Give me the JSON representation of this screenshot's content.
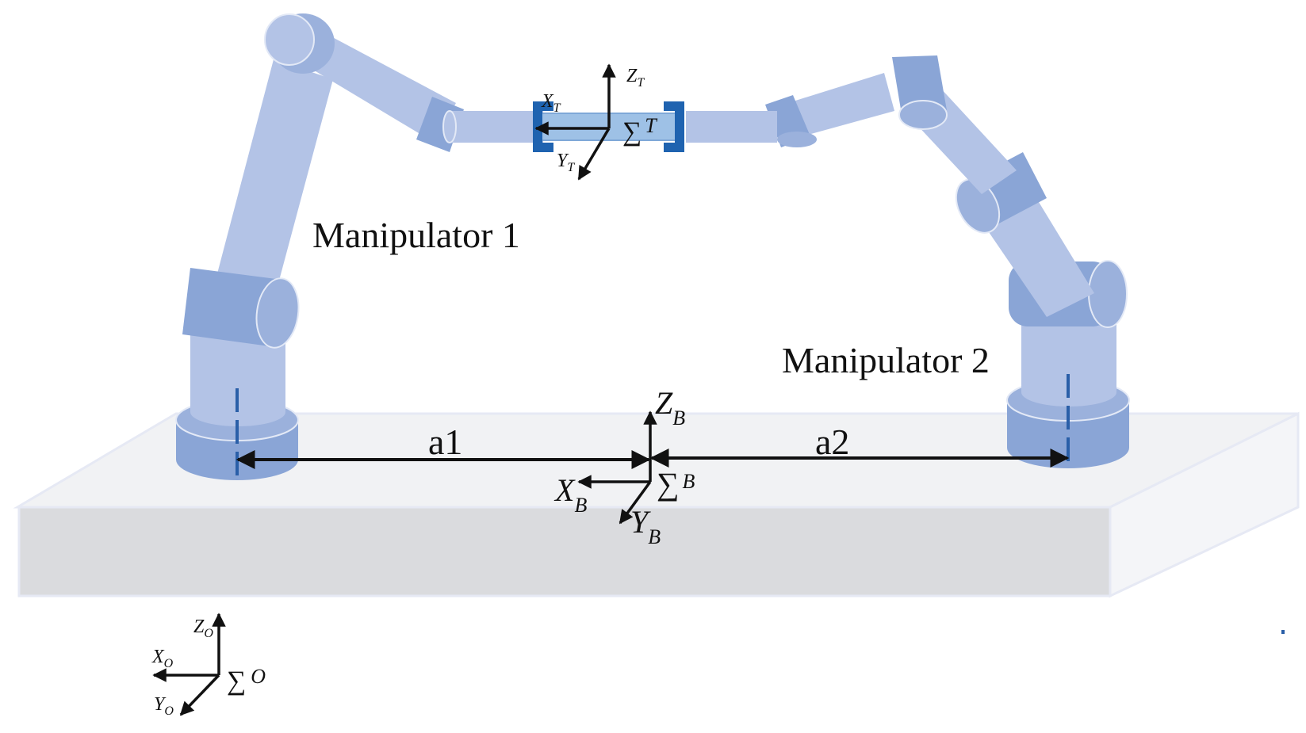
{
  "labels": {
    "manipulator1": "Manipulator 1",
    "manipulator2": "Manipulator 2",
    "a1": "a1",
    "a2": "a2"
  },
  "frames": {
    "base": {
      "sigma": "∑",
      "name": "B",
      "x": "X",
      "x_sub": "B",
      "y": "Y",
      "y_sub": "B",
      "z": "Z",
      "z_sub": "B"
    },
    "tool": {
      "sigma": "∑",
      "name": "T",
      "x": "X",
      "x_sub": "T",
      "y": "Y",
      "y_sub": "T",
      "z": "Z",
      "z_sub": "T"
    },
    "origin": {
      "sigma": "∑",
      "name": "O",
      "x": "X",
      "x_sub": "O",
      "y": "Y",
      "y_sub": "O",
      "z": "Z",
      "z_sub": "O"
    }
  },
  "colors": {
    "arm_light": "#b3c3e6",
    "arm_mid": "#9bb1dc",
    "arm_dark": "#8aa5d6",
    "arm_edge": "#e3e9f6",
    "table_top": "#f1f2f4",
    "table_front": "#dadbde",
    "table_edge": "#e6e9f4",
    "tool_blue": "#1f63b0",
    "axis_line": "#2a5fa8",
    "arrow": "#111111"
  }
}
